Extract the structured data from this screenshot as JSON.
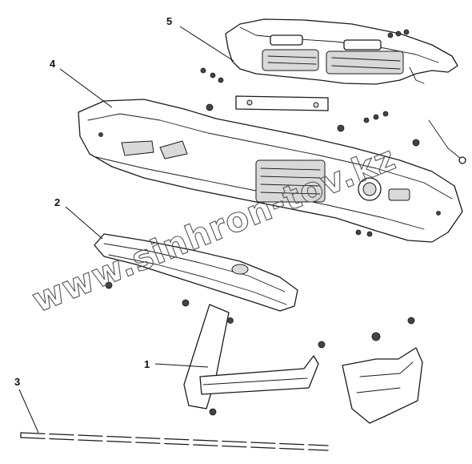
{
  "callouts": [
    {
      "id": "1",
      "label": "1"
    },
    {
      "id": "2",
      "label": "2"
    },
    {
      "id": "3",
      "label": "3"
    },
    {
      "id": "4",
      "label": "4"
    },
    {
      "id": "5",
      "label": "5"
    }
  ],
  "watermark": "www.sinhron-tov.kz"
}
